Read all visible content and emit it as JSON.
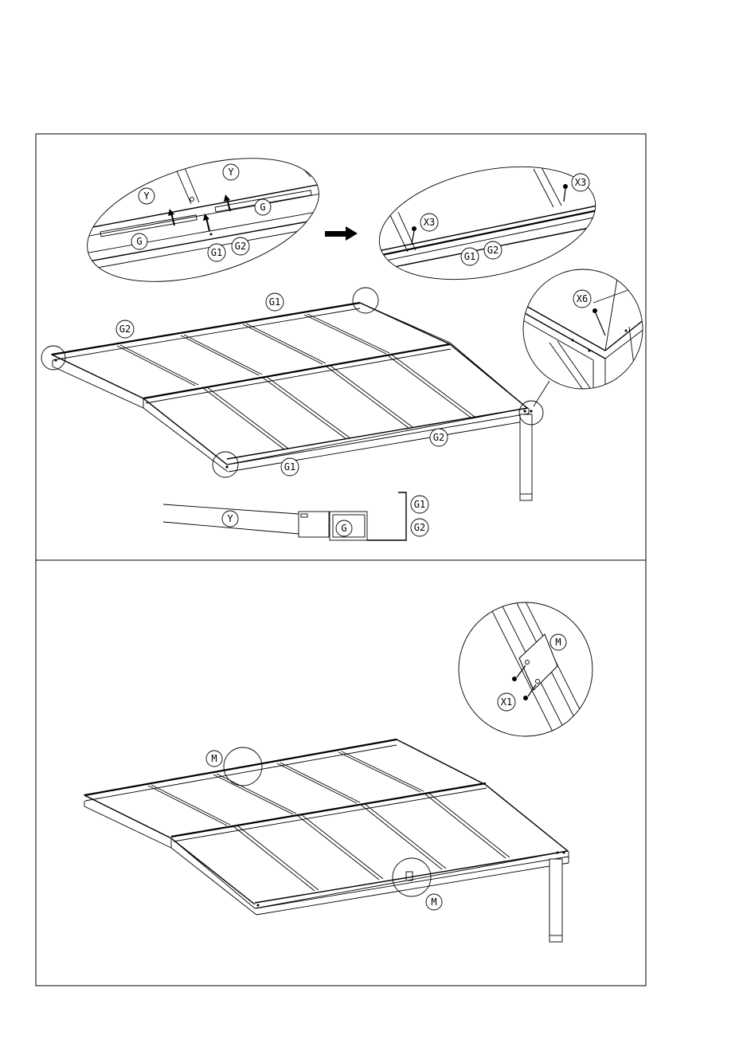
{
  "labels": {
    "Y": "Y",
    "G": "G",
    "G1": "G1",
    "G2": "G2",
    "X3": "X3",
    "X6": "X6",
    "M": "M",
    "X1": "X1"
  },
  "steps": [
    {
      "name": "step-a",
      "parts": [
        "Y",
        "G",
        "G1",
        "G2",
        "X3",
        "X6"
      ]
    },
    {
      "name": "step-b",
      "parts": [
        "M",
        "X1"
      ]
    }
  ],
  "colors": {
    "line": "#000000",
    "background": "#ffffff"
  },
  "icons": [
    "arrow-right-icon",
    "arrow-up-icon",
    "screw-icon",
    "detail-callout-circle"
  ]
}
